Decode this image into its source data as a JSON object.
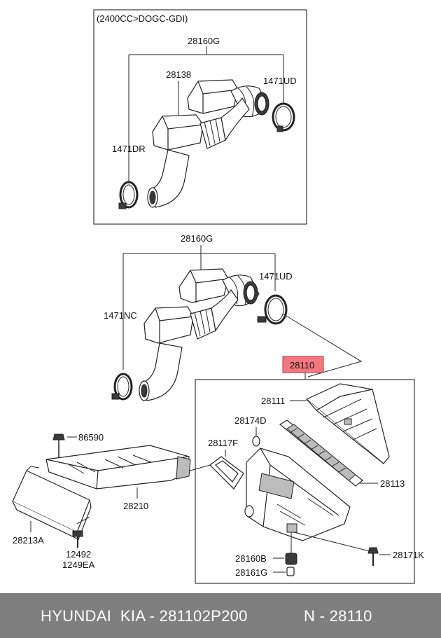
{
  "inset": {
    "note": "(2400CC>DOGC-GDI)"
  },
  "labels": {
    "top_28160G": "28160G",
    "top_28138": "28138",
    "top_1471UD": "1471UD",
    "top_1471DR": "1471DR",
    "mid_28160G": "28160G",
    "mid_1471UD": "1471UD",
    "mid_1471NC": "1471NC",
    "highlight_28110": "28110",
    "p28111": "28111",
    "p28174D": "28174D",
    "p28117F": "28117F",
    "p28113": "28113",
    "p86590": "86590",
    "p28210": "28210",
    "p28213A": "28213A",
    "p12492": "12492",
    "p1249EA": "1249EA",
    "p28160B": "28160B",
    "p28161G": "28161G",
    "p28171K": "28171K"
  },
  "colors": {
    "highlight": "#f4777f",
    "footer_bg": "#7f7f7f",
    "footer_text": "#ffffff"
  },
  "footer": {
    "brand": "HYUNDAI  KIA - 281102P200",
    "code": "N - 28110"
  }
}
